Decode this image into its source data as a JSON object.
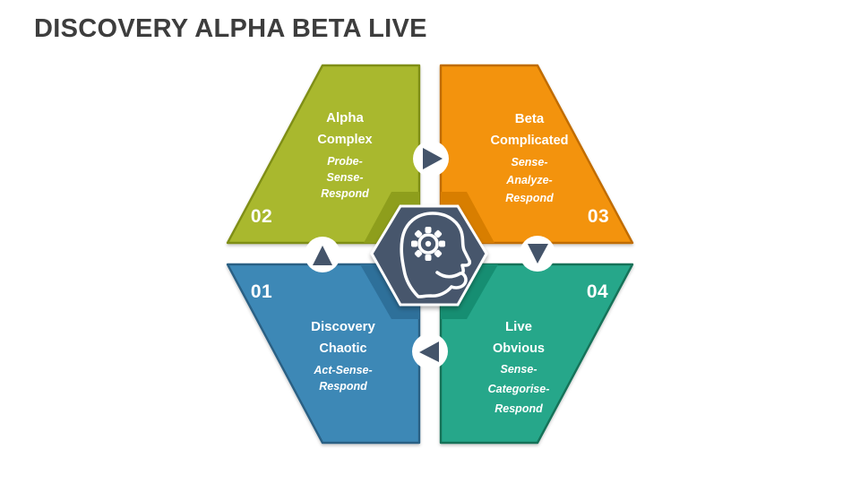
{
  "title": "DISCOVERY ALPHA BETA LIVE",
  "colors": {
    "title_text": "#3d3d3d",
    "center_hexagon": "#47566c",
    "arrow": "#44546a",
    "text_on_quadrant": "#ffffff",
    "background": "#ffffff"
  },
  "center": {
    "icon": "head-with-gear-icon"
  },
  "arrows": [
    {
      "position": "top",
      "direction": "right"
    },
    {
      "position": "right",
      "direction": "down"
    },
    {
      "position": "bottom",
      "direction": "left"
    },
    {
      "position": "left",
      "direction": "up"
    }
  ],
  "quadrants": [
    {
      "id": "alpha",
      "number": "02",
      "name": "Alpha",
      "attribute": "Complex",
      "approach_lines": [
        "Probe-",
        "Sense-",
        "Respond"
      ],
      "fill": "#a9b82f",
      "border": "#7f8e15",
      "shade": "#8e9e1d"
    },
    {
      "id": "beta",
      "number": "03",
      "name": "Beta",
      "attribute": "Complicated",
      "approach_lines": [
        "Sense-",
        "Analyze-",
        "Respond"
      ],
      "fill": "#f3930b",
      "border": "#c06c00",
      "shade": "#d87e00"
    },
    {
      "id": "discovery",
      "number": "01",
      "name": "Discovery",
      "attribute": "Chaotic",
      "approach_lines": [
        "Act-Sense-",
        "Respond"
      ],
      "fill": "#3e88b6",
      "border": "#2a6084",
      "shade": "#2e6f9a"
    },
    {
      "id": "live",
      "number": "04",
      "name": "Live",
      "attribute": "Obvious",
      "approach_lines": [
        "Sense-",
        "Categorise-",
        "Respond"
      ],
      "fill": "#25a78a",
      "border": "#137259",
      "shade": "#158e72"
    }
  ]
}
